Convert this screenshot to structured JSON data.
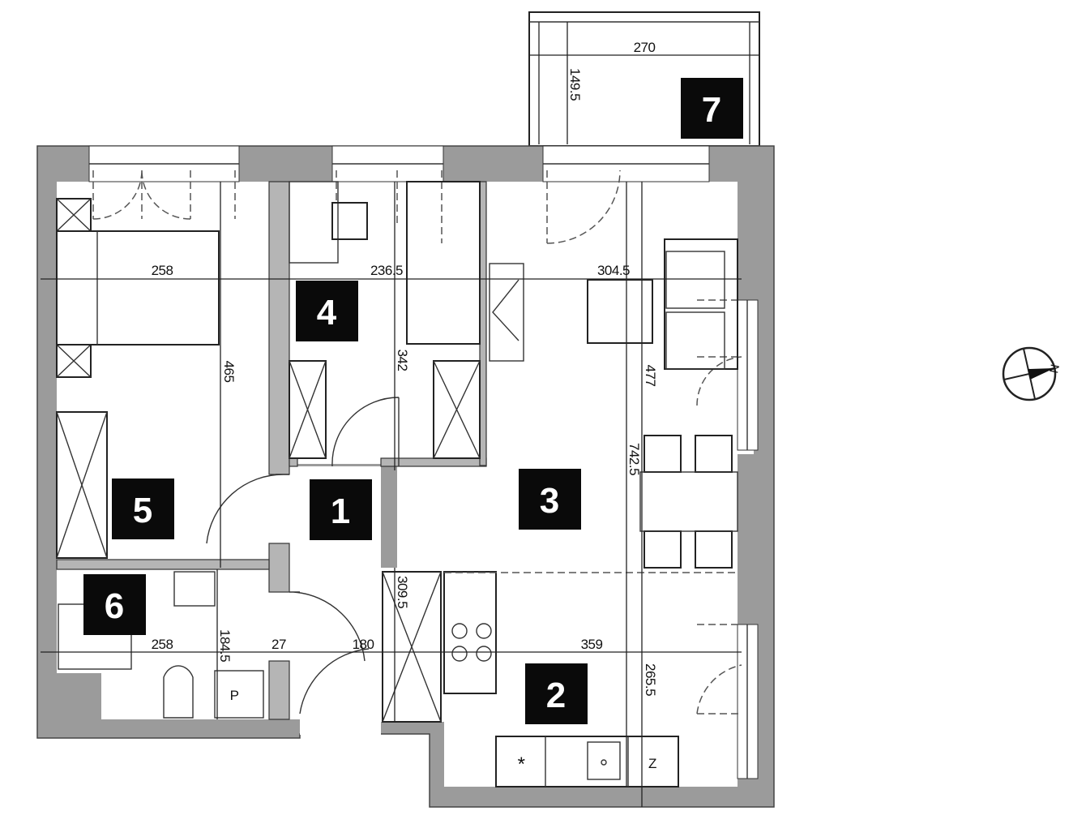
{
  "plan": {
    "rooms": [
      {
        "number": "1"
      },
      {
        "number": "2"
      },
      {
        "number": "3"
      },
      {
        "number": "4"
      },
      {
        "number": "5"
      },
      {
        "number": "6"
      },
      {
        "number": "7"
      }
    ],
    "dimensions": {
      "balcony_width": "270",
      "balcony_depth": "149.5",
      "room5_width": "258",
      "room5_length": "465",
      "room4_width": "236.5",
      "room4_length": "342",
      "room3_width": "304.5",
      "room3_depth_a": "477",
      "room3_depth_b": "742.5",
      "hall_length": "309.5",
      "room6_width": "258",
      "room6_length": "184.5",
      "wall_27": "27",
      "hall_width": "180",
      "room2_width": "359",
      "room2_length": "265.5"
    },
    "fixtures": {
      "washer_mark": "P",
      "fridge_mark": "Z",
      "stove_mark": "*"
    },
    "compass": {
      "north": "N"
    },
    "colors": {
      "wall": "#9b9b9b",
      "label_bg": "#0a0a0a"
    }
  }
}
